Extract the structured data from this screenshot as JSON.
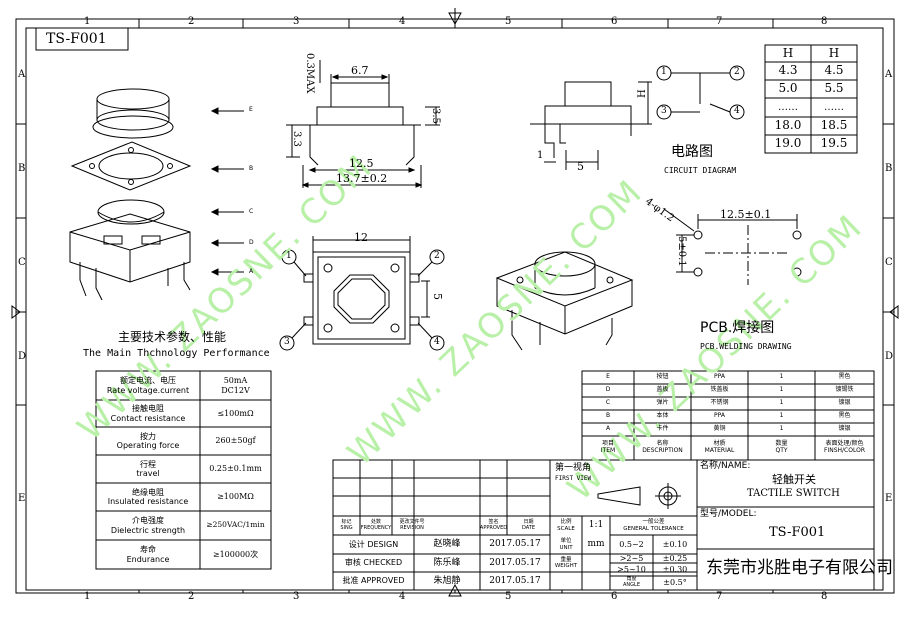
{
  "frame": {
    "col_numbers": [
      "1",
      "2",
      "3",
      "4",
      "5",
      "6",
      "7",
      "8"
    ],
    "row_letters": [
      "A",
      "B",
      "C",
      "D",
      "E"
    ]
  },
  "title_box": "TS-F001",
  "watermarks": [
    "WWW. ZAOSNE. COM",
    "WWW. ZAOSNE. COM",
    "WWW. ZAOSNE. COM"
  ],
  "exploded": {
    "labels": [
      "E",
      "B",
      "C",
      "D",
      "A"
    ]
  },
  "side_view": {
    "dim_top": "6.7",
    "dim_height": "0.3MAX",
    "dim_right": "3.5",
    "dim_left": "3.3",
    "dim_inner": "12.5",
    "dim_outer": "13.7±0.2"
  },
  "front_view": {
    "dim_h": "H",
    "dim_1": "1",
    "dim_5": "5"
  },
  "top_view": {
    "dim_12": "12",
    "dim_5": "5",
    "pins": [
      "1",
      "2",
      "3",
      "4"
    ]
  },
  "h_table": {
    "headers": [
      "H",
      "H"
    ],
    "rows": [
      [
        "4.3",
        "4.5"
      ],
      [
        "5.0",
        "5.5"
      ],
      [
        "……",
        "……"
      ],
      [
        "18.0",
        "18.5"
      ],
      [
        "19.0",
        "19.5"
      ]
    ]
  },
  "circuit": {
    "pins": [
      "1",
      "2",
      "3",
      "4"
    ],
    "title_cn": "电路图",
    "title_en": "CIRCUIT DIAGRAM"
  },
  "pcb": {
    "holes": "4-φ1.2",
    "dim_pitch": "12.5±0.1",
    "dim_5": "5±0.1",
    "title_cn": "PCB.焊接图",
    "title_en": "PCB.WELDING DRAWING"
  },
  "performance": {
    "title_cn": "主要技术参数、性能",
    "title_en": "The Main Thchnology Performance",
    "rows": [
      {
        "label": "额定电流、电压\nRate voltage.current",
        "value": "50mA\nDC12V"
      },
      {
        "label": "接触电阻\nContact resistance",
        "value": "≤100mΩ"
      },
      {
        "label": "按力\nOperating force",
        "value": "260±50gf"
      },
      {
        "label": "行程\ntravel",
        "value": "0.25±0.1mm"
      },
      {
        "label": "绝缘电阻\nInsulated resistance",
        "value": "≥100MΩ"
      },
      {
        "label": "介电强度\nDielectric strength",
        "value": "≥250VAC/1min"
      },
      {
        "label": "寿命\nEndurance",
        "value": "≥100000次"
      }
    ]
  },
  "parts_table": {
    "rows": [
      {
        "item": "E",
        "desc": "按钮",
        "material": "PPA",
        "qty": "1",
        "finish": "黑色"
      },
      {
        "item": "D",
        "desc": "盖板",
        "material": "铁盖板",
        "qty": "1",
        "finish": "镀锡铁"
      },
      {
        "item": "C",
        "desc": "弹片",
        "material": "不锈钢",
        "qty": "1",
        "finish": "镀银"
      },
      {
        "item": "B",
        "desc": "本体",
        "material": "PPA",
        "qty": "1",
        "finish": "黑色"
      },
      {
        "item": "A",
        "desc": "卡件",
        "material": "黄铜",
        "qty": "1",
        "finish": "镀银"
      }
    ],
    "header": {
      "item": "项目\nITEM",
      "desc": "名称\nDESCRIPTION",
      "material": "材质\nMATERIAL",
      "qty": "数量\nQTY",
      "finish": "表面处理/颜色\nFINSH/COLOR"
    }
  },
  "title_block": {
    "rev_headers": [
      "标记\nSING",
      "处数\nFREQUENCY",
      "更改文件号\nREVISION",
      "签名\nAPPROVED",
      "日期\nDATE"
    ],
    "signoffs": [
      {
        "role": "设计 DESIGN",
        "name": "赵晓峰",
        "date": "2017.05.17"
      },
      {
        "role": "审核 CHECKED",
        "name": "陈乐峰",
        "date": "2017.05.17"
      },
      {
        "role": "批准 APPROVED",
        "name": "朱旭静",
        "date": "2017.05.17"
      }
    ],
    "first_view_cn": "第一视角",
    "first_view_en": "FIRST VIEW",
    "scale_label": "比例\nSCALE",
    "scale_value": "1:1",
    "unit_label": "单位\nUNIT",
    "unit_value": "mm",
    "weight_label": "重量\nWEIGHT",
    "tolerance_header": "一般公差\nGENERAL TOLERANCE",
    "tolerances": [
      {
        "range": "0.5~2",
        "value": "±0.10"
      },
      {
        "range": ">2~5",
        "value": "±0.25"
      },
      {
        "range": ">5~10",
        "value": "±0.30"
      },
      {
        "range": "角度\nANGLE",
        "value": "±0.5°"
      }
    ],
    "name_label": "名称/NAME:",
    "name_cn": "轻触开关",
    "name_en": "TACTILE SWITCH",
    "model_label": "型号/MODEL:",
    "model_value": "TS-F001",
    "company": "东莞市兆胜电子有限公司"
  }
}
